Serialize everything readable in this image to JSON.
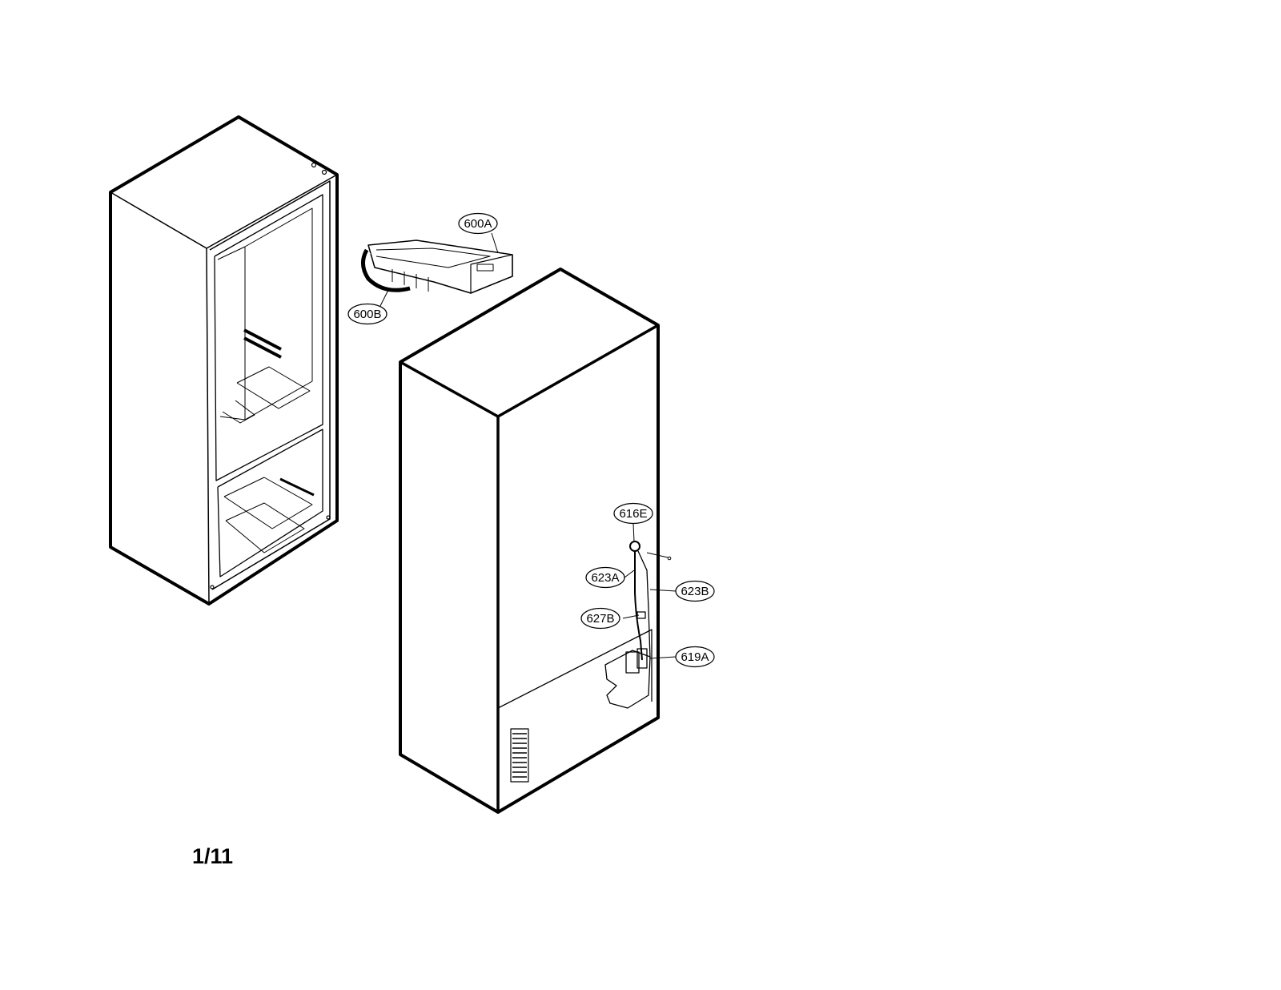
{
  "callouts": {
    "c600A": "600A",
    "c600B": "600B",
    "c616E": "616E",
    "c623A": "623A",
    "c623B": "623B",
    "c627B": "627B",
    "c619A": "619A"
  },
  "page_number": "1/11",
  "colors": {
    "line": "#000000",
    "background": "#ffffff"
  }
}
